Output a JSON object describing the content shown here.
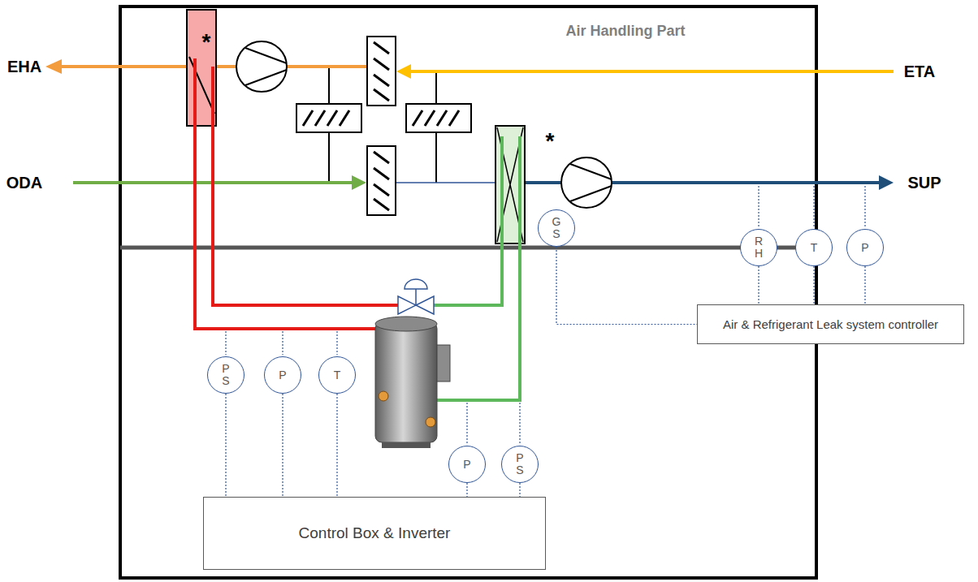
{
  "diagram": {
    "nodes": [
      {
        "text": [
          "G S"
        ]
      },
      {
        "text": [
          "R H"
        ]
      },
      {
        "text": [
          "T"
        ]
      },
      {
        "text": [
          "P"
        ]
      },
      {
        "text": [
          "Air & Refrigerant Leak system controller"
        ]
      },
      {
        "text": [
          "P S"
        ]
      },
      {
        "text": [
          "P"
        ]
      },
      {
        "text": [
          "T"
        ]
      },
      {
        "text": [
          "P"
        ]
      },
      {
        "text": [
          "P S"
        ]
      },
      {
        "text": [
          "Control Box & Inverter"
        ]
      }
    ],
    "edges": [
      {
        "from": 0,
        "to": 4,
        "arrow": "none"
      },
      {
        "from": 1,
        "to": 4,
        "arrow": "none"
      },
      {
        "from": 2,
        "to": 4,
        "arrow": "none"
      },
      {
        "from": 3,
        "to": 4,
        "arrow": "none"
      },
      {
        "from": 5,
        "to": 10,
        "arrow": "none"
      },
      {
        "from": 6,
        "to": 10,
        "arrow": "none"
      },
      {
        "from": 7,
        "to": 10,
        "arrow": "none"
      },
      {
        "from": 8,
        "to": 10,
        "arrow": "none"
      },
      {
        "from": 9,
        "to": 10,
        "arrow": "none"
      }
    ],
    "labels": [
      "Air Handling Part",
      "EHA",
      "ETA",
      "ODA",
      "SUP",
      "*",
      "*"
    ]
  }
}
